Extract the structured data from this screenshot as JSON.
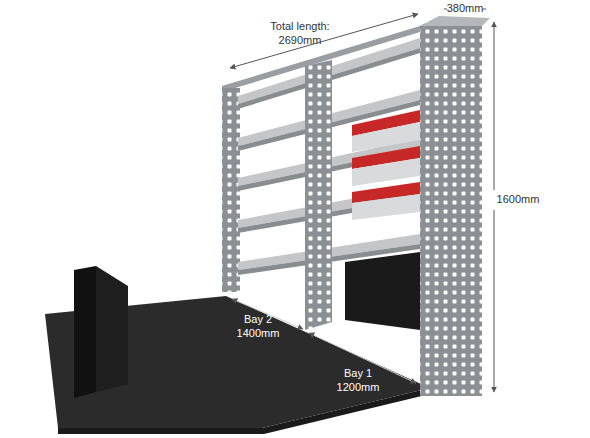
{
  "diagram": {
    "labels": [
      "Total length:",
      "2690mm",
      "380mm",
      "1600mm",
      "Bay 2",
      "1400mm",
      "Bay 1",
      "1200mm"
    ]
  }
}
